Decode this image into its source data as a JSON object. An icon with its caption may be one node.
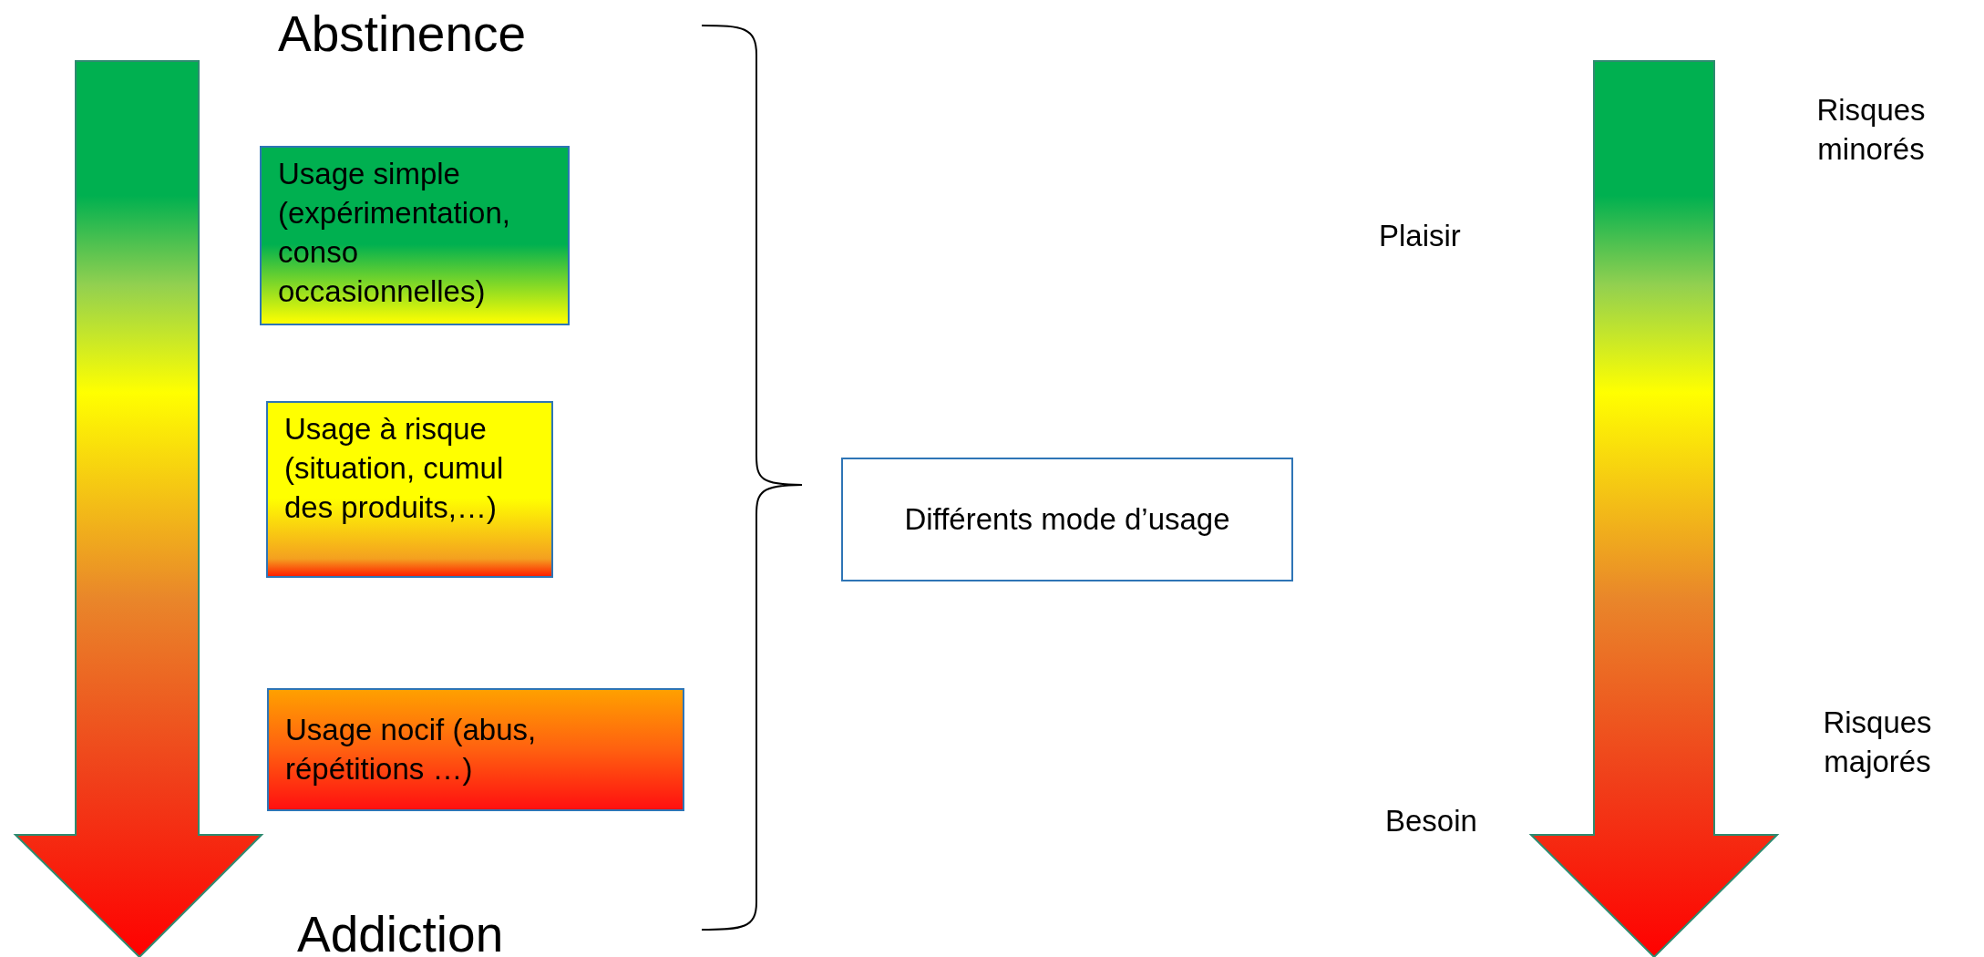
{
  "diagram": {
    "nodes": [
      {
        "text": [
          "Usage simple (expérimentation, conso occasionnelles)"
        ]
      },
      {
        "text": [
          "Usage à risque (situation, cumul des produits,…)"
        ]
      },
      {
        "text": [
          "Usage nocif (abus, répétitions …)"
        ]
      },
      {
        "text": [
          "Différents mode d’usage"
        ]
      }
    ],
    "edges": [],
    "labels": [
      "Abstinence",
      "Risques minorés",
      "Plaisir",
      "Besoin",
      "Risques majorés",
      "Addiction"
    ]
  }
}
